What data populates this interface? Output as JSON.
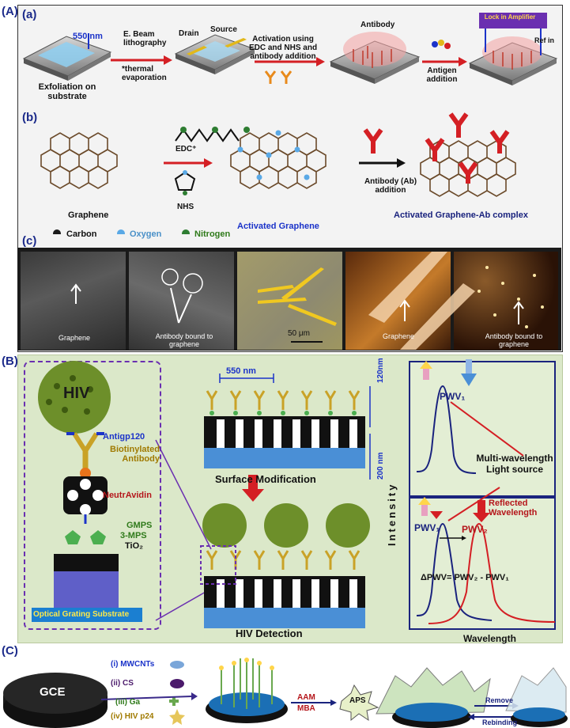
{
  "panels": {
    "A": "(A)",
    "a": "(a)",
    "b": "(b)",
    "c": "(c)",
    "B": "(B)",
    "C": "(C)"
  },
  "a": {
    "dim_550": "550 nm",
    "exfoliation": "Exfoliation on substrate",
    "ebeam": "E. Beam lithography",
    "thermal": "*thermal evaporation",
    "drain": "Drain",
    "source": "Source",
    "activation": "Activation using EDC and NHS and antibody addition",
    "antibody": "Antibody",
    "antigen": "Antigen addition",
    "lockin": "Lock in Amplifier",
    "refin": "Ref in"
  },
  "b": {
    "edc": "EDC⁺",
    "nhs": "NHS",
    "graphene": "Graphene",
    "activated": "Activated Graphene",
    "ab_add": "Antibody (Ab) addition",
    "complex": "Activated Graphene-Ab complex",
    "legend": {
      "carbon": "Carbon",
      "oxygen": "Oxygen",
      "nitrogen": "Nitrogen"
    },
    "colors": {
      "carbon": "#1a1a1a",
      "oxygen": "#5aa9e6",
      "nitrogen": "#2e7d32",
      "antibody": "#d41f24"
    }
  },
  "c": {
    "img1": "Graphene",
    "img2": "Antibody bound to graphene",
    "img3": "50 μm",
    "img4": "Graphene",
    "img5": "Antibody bound to graphene"
  },
  "B": {
    "hiv": "HIV",
    "antigp": "Antigp120",
    "biotin": "Biotinylated Antibody",
    "neutr": "NeutrAvidin",
    "gmps": "GMPS",
    "mps": "3-MPS",
    "tio2": "TiO₂",
    "substrate": "Optical Grating Substrate",
    "d550": "550 nm",
    "d120": "120nm",
    "d200": "200 nm",
    "surface": "Surface Modification",
    "detection": "HIV Detection",
    "pwv1_top": "PWV₁",
    "multi": "Multi-wavelength Light source",
    "intensity": "Intensity",
    "reflected": "Reflected Wavelength",
    "pwv1": "PWV₁",
    "pwv2": "PWV₂",
    "delta": "ΔPWV= PWV₂ - PWV₁",
    "wavelength": "Wavelength"
  },
  "C": {
    "gce": "GCE",
    "i": "(i) MWCNTs",
    "ii": "(ii) CS",
    "iii": "(iii) Ga",
    "iv": "(iv) HIV p24",
    "aam": "AAM",
    "mba": "MBA",
    "aps": "APS",
    "remove": "Remove",
    "rebinding": "Rebinding"
  }
}
